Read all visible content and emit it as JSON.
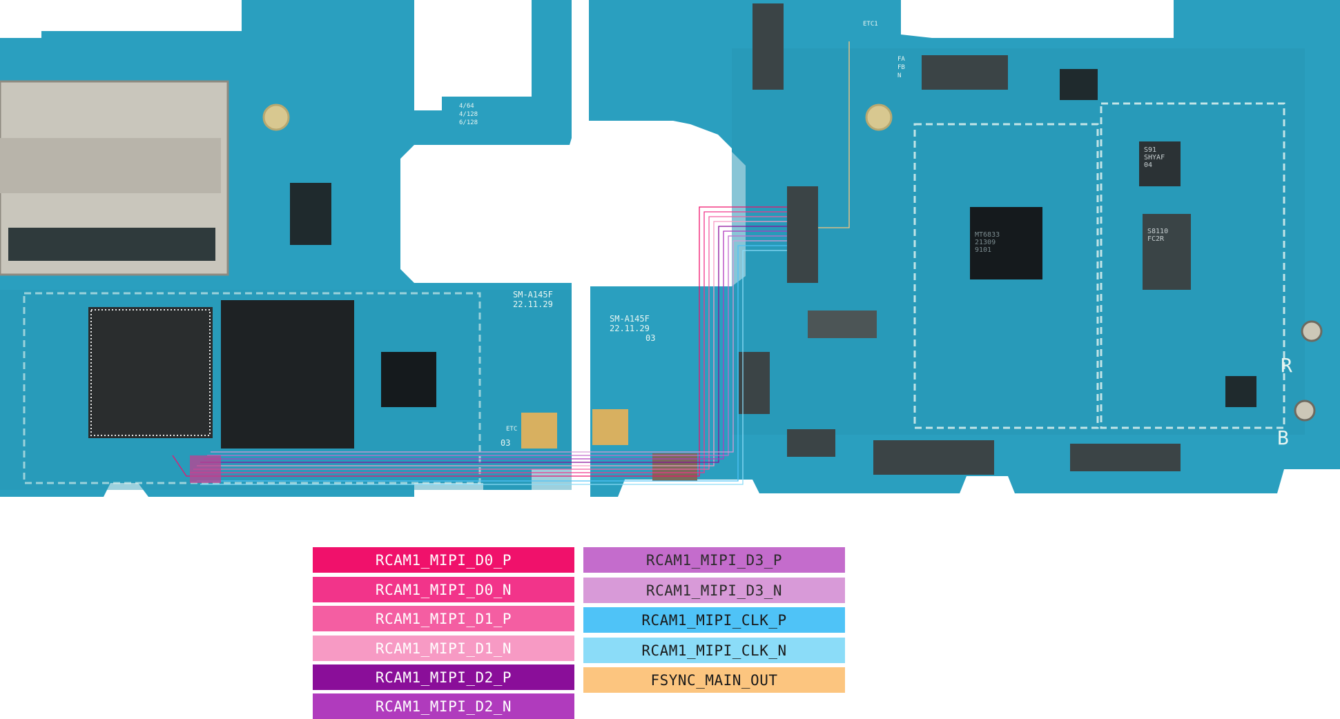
{
  "board": {
    "colors": {
      "background": "#ffffff",
      "pcb": "#2a9fbf",
      "pcb_dark": "#1f8aa6",
      "silkscreen": "#e8f6f2",
      "chip": "#151a1d",
      "connector": "#3b4446",
      "pad": "#d8c890"
    },
    "labels": {
      "model_left": "SM-A145F",
      "date_left": "22.11.29",
      "model_right": "SM-A145F",
      "date_right": "22.11.29",
      "rev_right": "03",
      "rev_left": "03",
      "etc_left": "ETC",
      "etc_top": "ETC1",
      "memory_opts": "4/64\n4/128\n6/128",
      "fa_fb_n": "FA\nFB\nN",
      "mark_r": "R",
      "mark_b": "B"
    },
    "chip_marks": {
      "pmic": "S91\nSHYAF\n04",
      "ic_right": "S8110\nFC2R",
      "soc": "MT6833\n21309\n9101"
    }
  },
  "legend": [
    {
      "label": "RCAM1_MIPI_D0_P",
      "color": "#f0116b",
      "text_color": "#ffffff"
    },
    {
      "label": "RCAM1_MIPI_D0_N",
      "color": "#f2348a",
      "text_color": "#ffffff"
    },
    {
      "label": "RCAM1_MIPI_D1_P",
      "color": "#f45ea2",
      "text_color": "#ffffff"
    },
    {
      "label": "RCAM1_MIPI_D1_N",
      "color": "#f79ac4",
      "text_color": "#ffffff"
    },
    {
      "label": "RCAM1_MIPI_D2_P",
      "color": "#8a0e99",
      "text_color": "#ffffff"
    },
    {
      "label": "RCAM1_MIPI_D2_N",
      "color": "#b03bbd",
      "text_color": "#ffffff"
    },
    {
      "label": "RCAM1_MIPI_D3_P",
      "color": "#c46ccc",
      "text_color": "#2b2b2b"
    },
    {
      "label": "RCAM1_MIPI_D3_N",
      "color": "#d89ad8",
      "text_color": "#2b2b2b"
    },
    {
      "label": "RCAM1_MIPI_CLK_P",
      "color": "#4fc3f7",
      "text_color": "#1a1a1a"
    },
    {
      "label": "RCAM1_MIPI_CLK_N",
      "color": "#8bdcf8",
      "text_color": "#1a1a1a"
    },
    {
      "label": "FSYNC_MAIN_OUT",
      "color": "#fcc57f",
      "text_color": "#1a1a1a"
    }
  ]
}
